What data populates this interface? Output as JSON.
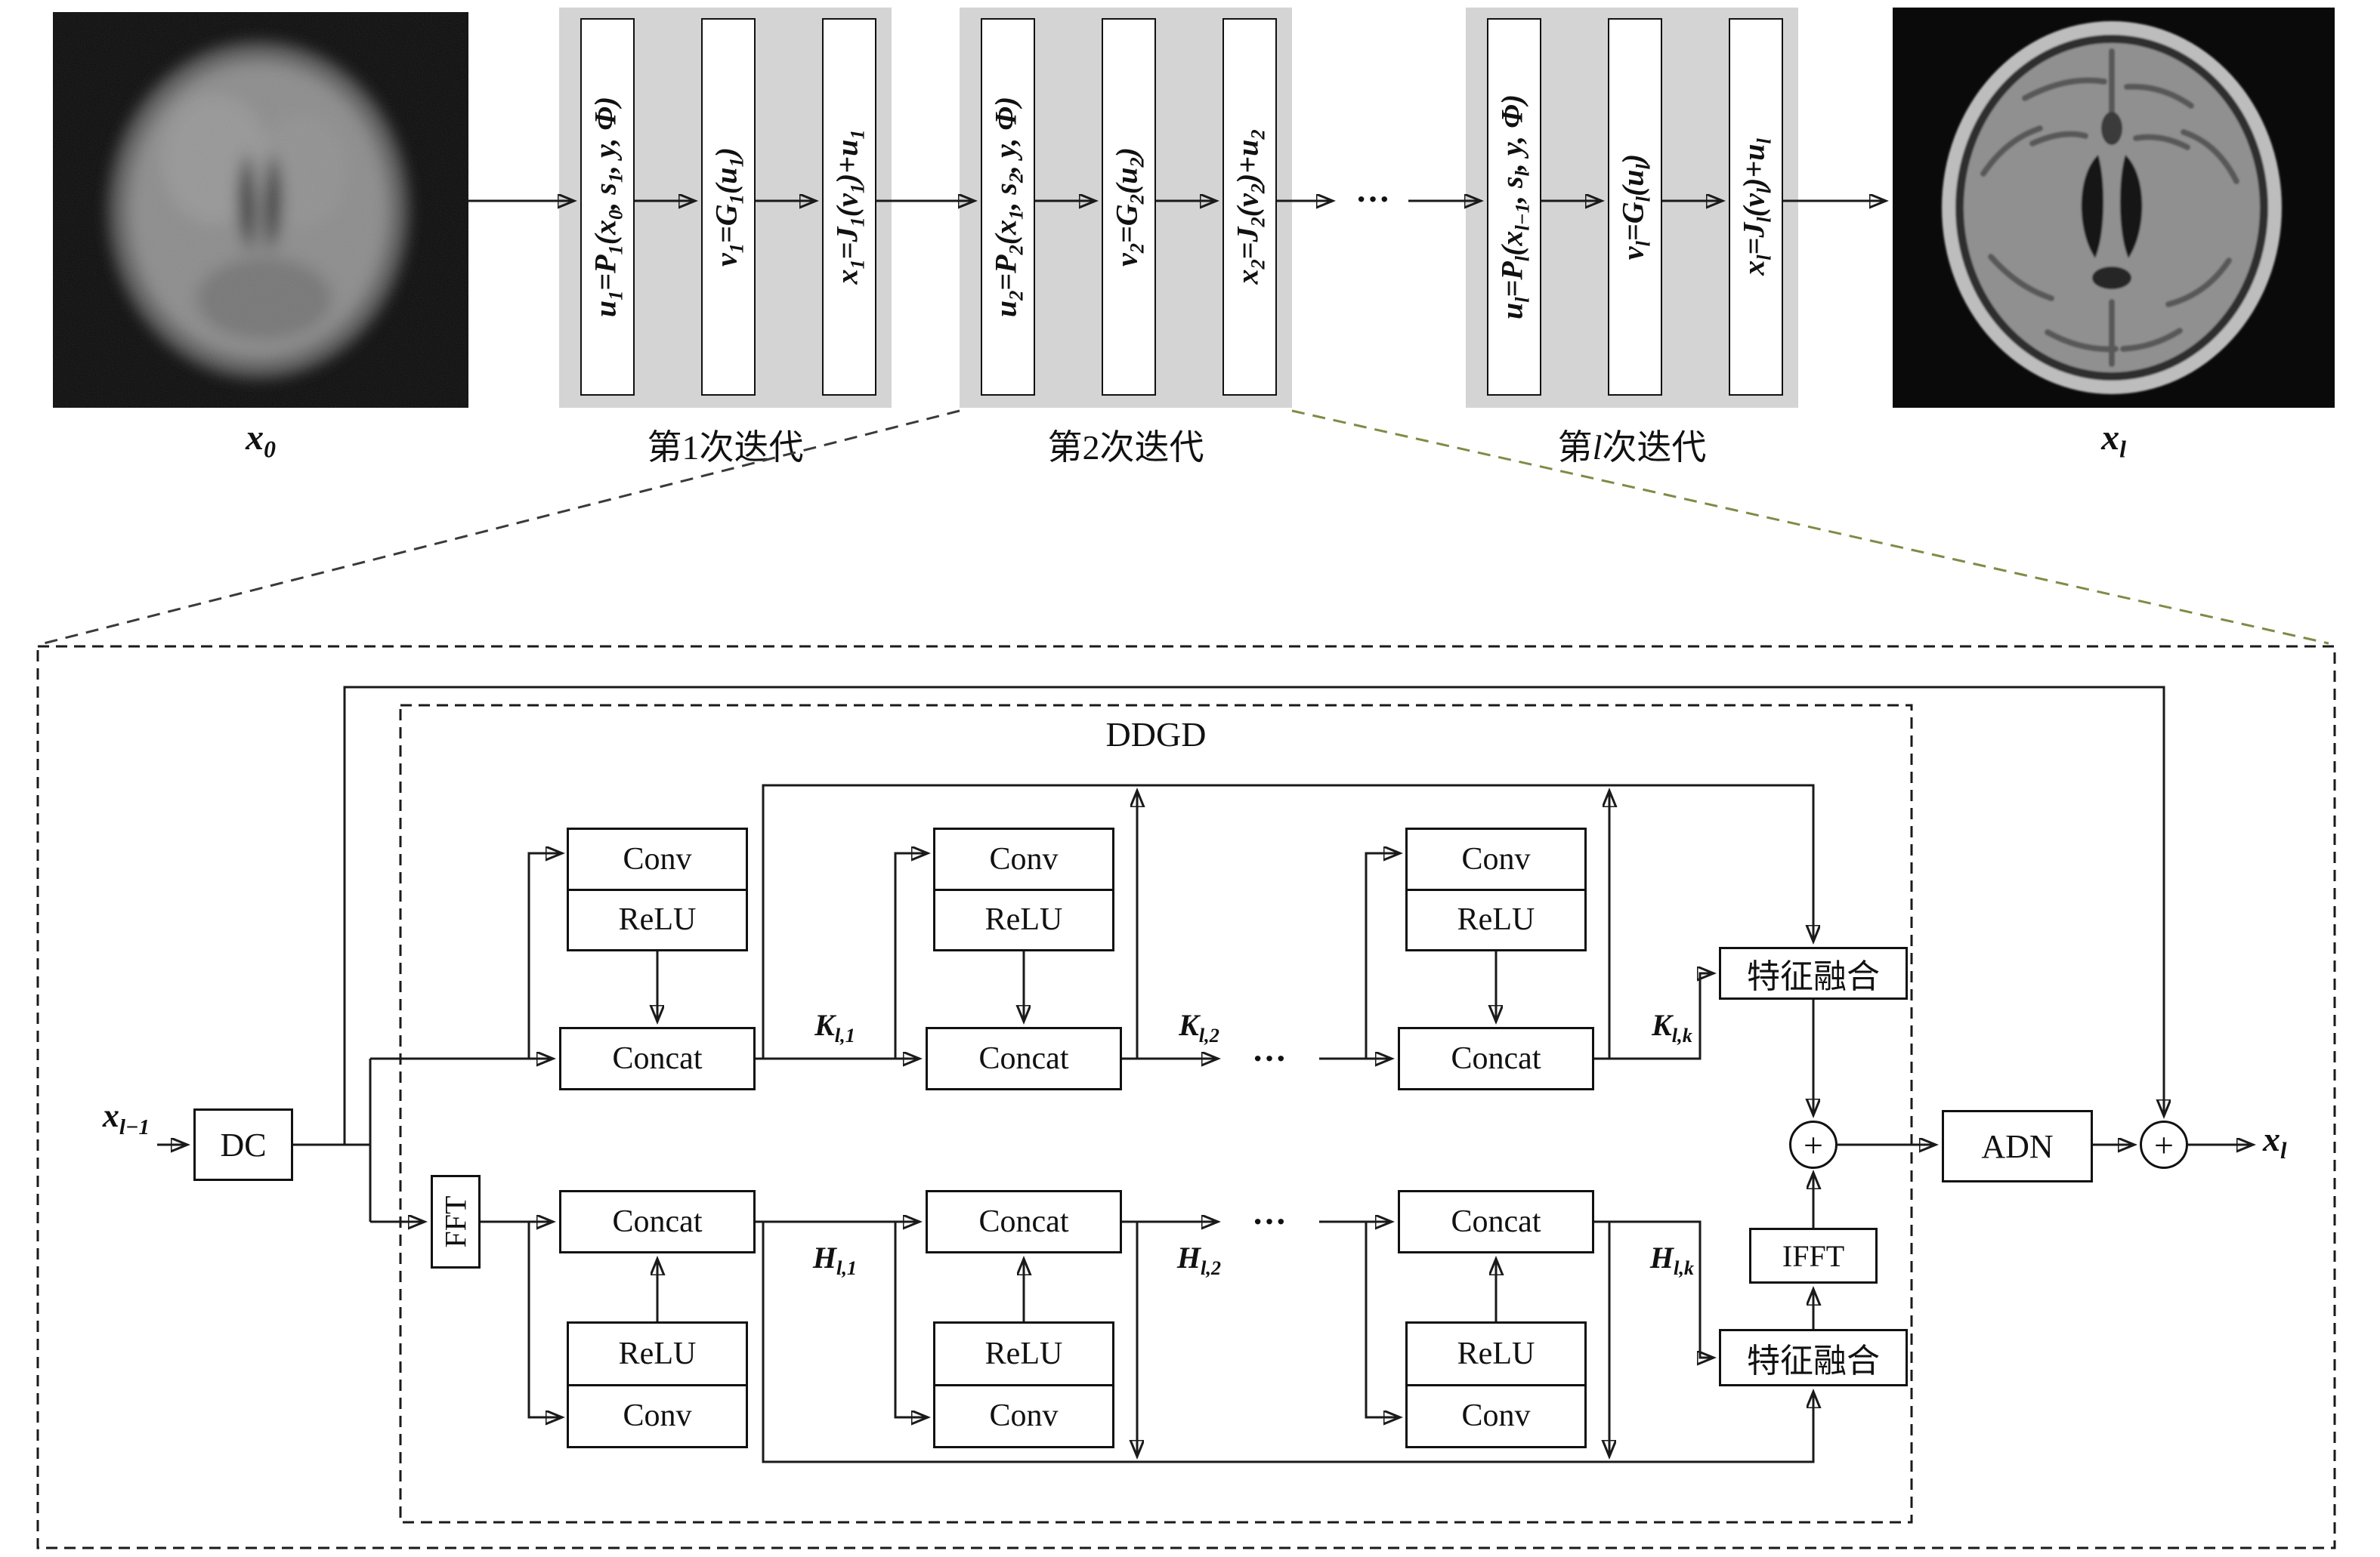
{
  "top_row": {
    "input_label": "x<sub>0</sub>",
    "output_label": "x<sub>l</sub>",
    "dots": "···",
    "iterations": [
      {
        "caption": "第1次迭代",
        "steps": [
          "u<sub>1</sub>=P<sub>1</sub>(x<sub>0</sub>, s<sub>1</sub>, y, Φ)",
          "v<sub>1</sub>=G<sub>1</sub>(u<sub>1</sub>)",
          "x<sub>1</sub>=J<sub>1</sub>(v<sub>1</sub>)+u<sub>1</sub>"
        ]
      },
      {
        "caption": "第2次迭代",
        "steps": [
          "u<sub>2</sub>=P<sub>2</sub>(x<sub>1</sub>, s<sub>2</sub>, y, Φ)",
          "v<sub>2</sub>=G<sub>2</sub>(u<sub>2</sub>)",
          "x<sub>2</sub>=J<sub>2</sub>(v<sub>2</sub>)+u<sub>2</sub>"
        ]
      },
      {
        "caption": "第<i>l</i>次迭代",
        "steps": [
          "u<sub>l</sub>=P<sub>l</sub>(x<sub>l−1</sub>, s<sub>l</sub>, y, Φ)",
          "v<sub>l</sub>=G<sub>l</sub>(u<sub>l</sub>)",
          "x<sub>l</sub>=J<sub>l</sub>(v<sub>l</sub>)+u<sub>l</sub>"
        ]
      }
    ]
  },
  "ddgd": {
    "title": "DDGD",
    "input_label": "x<sub>l−1</sub>",
    "output_label": "x<sub>l</sub>",
    "dc_label": "DC",
    "fft_label": "FFT",
    "ifft_label": "IFFT",
    "adn_label": "ADN",
    "conv_label": "Conv",
    "relu_label": "ReLU",
    "concat_label": "Concat",
    "fusion_top_label": "特征融合",
    "fusion_bottom_label": "特征融合",
    "plus": "+",
    "dots": "···",
    "k_labels": [
      "K<sub>l,1</sub>",
      "K<sub>l,2</sub>",
      "K<sub>l,k</sub>"
    ],
    "h_labels": [
      "H<sub>l,1</sub>",
      "H<sub>l,2</sub>",
      "H<sub>l,k</sub>"
    ]
  },
  "colors": {
    "iteration_block_bg": "#d4d4d4",
    "wire": "#1a1a1a",
    "expansion_dash_left": "#3a3a3a",
    "expansion_dash_right": "#7d8c46",
    "box_bg": "#ffffff"
  }
}
